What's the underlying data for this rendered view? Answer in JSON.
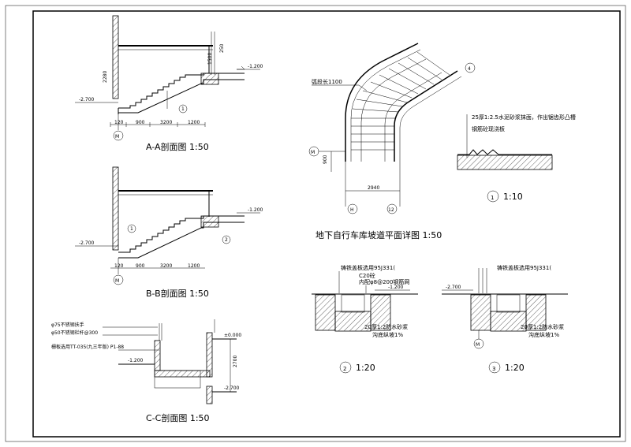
{
  "titles": {
    "aa": "A-A剖面图 1:50",
    "bb": "B-B剖面图 1:50",
    "cc": "C-C剖面图 1:50",
    "plan": "地下自行车库坡道平面详图 1:50"
  },
  "details": {
    "d1_label": "1",
    "d1_scale": "1:10",
    "d2_label": "2",
    "d2_scale": "1:20",
    "d3_label": "3",
    "d3_scale": "1:20"
  },
  "axes": {
    "m": "M",
    "h": "H",
    "n12": "12",
    "n4": "4"
  },
  "elevations": {
    "aa_top": "-1.200",
    "aa_bottom": "-2.700",
    "bb_top": "-1.200",
    "bb_bottom": "-2.700",
    "cc_top": "±0.000",
    "cc_left": "-1.200",
    "cc_bottom": "-2.700",
    "d2": "-1.200",
    "d3": "-2.700"
  },
  "dims": {
    "aa": [
      "120",
      "900",
      "3200",
      "1200"
    ],
    "bb": [
      "120",
      "900",
      "3200",
      "1200"
    ],
    "aa_v": "2280",
    "aa_v2": "1500",
    "plan_w": "2940",
    "plan_v": "900",
    "cc_v": "2700",
    "top_v": "250"
  },
  "notes": {
    "arc": "弧段长1100",
    "d1_a": "25厚1:2.5水泥砂浆抹面，作出锯齿形凸槽",
    "d1_b": "钢筋砼现浇板",
    "cc_a": "φ75不锈钢扶手",
    "cc_b": "φ50不锈钢栏杆@300",
    "cc_c": "栅板选用TT-035(九三年版) P1-88",
    "d2_a": "铸铁盖板选用95J331(",
    "d2_b": "C20砼",
    "d2_c": "内配φ8@200钢筋网",
    "d2_d": "20厚1:2防水砂浆",
    "d2_e": "沟底纵坡1%",
    "d3_a": "铸铁盖板选用95J331(",
    "d3_d": "20厚1:2防水砂浆",
    "d3_e": "沟底纵坡1%"
  }
}
